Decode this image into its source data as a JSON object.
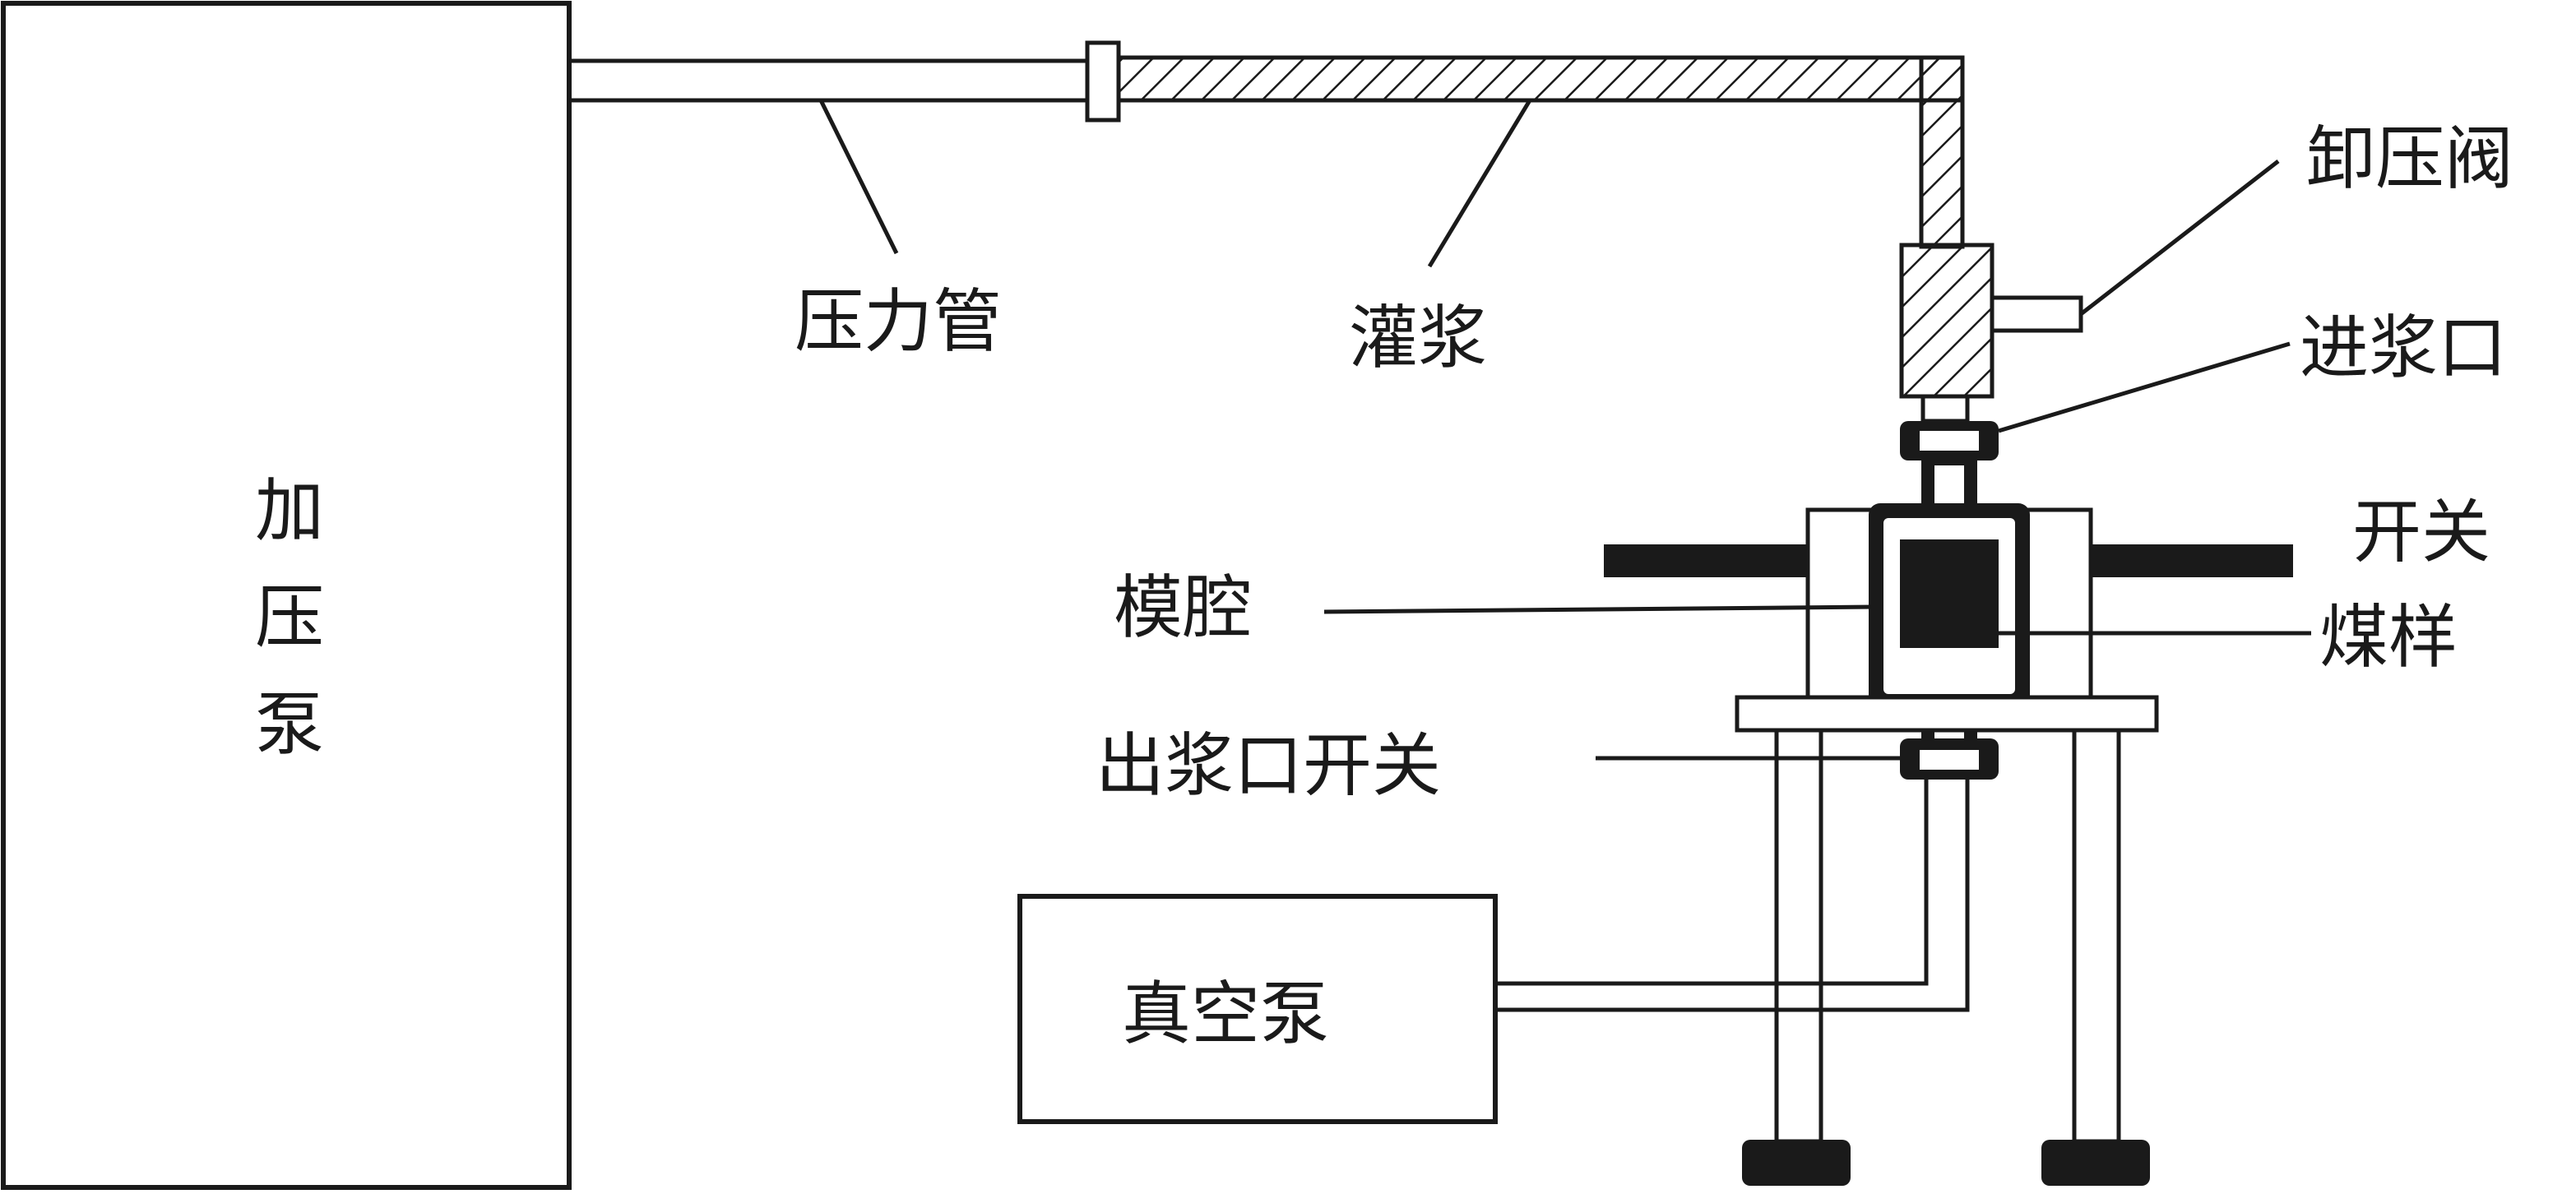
{
  "labels": {
    "pressure_pump": [
      "加",
      "压",
      "泵"
    ],
    "pressure_pipe": "压力管",
    "grouting": "灌浆",
    "relief_valve": "卸压阀",
    "inlet": "进浆口",
    "switch_top": "开关",
    "mold_cavity": "模腔",
    "coal_sample": "煤样",
    "outlet_switch": "出浆口开关",
    "vacuum_pump": "真空泵"
  },
  "colors": {
    "ink": "#1a1a1a",
    "background": "#ffffff"
  }
}
